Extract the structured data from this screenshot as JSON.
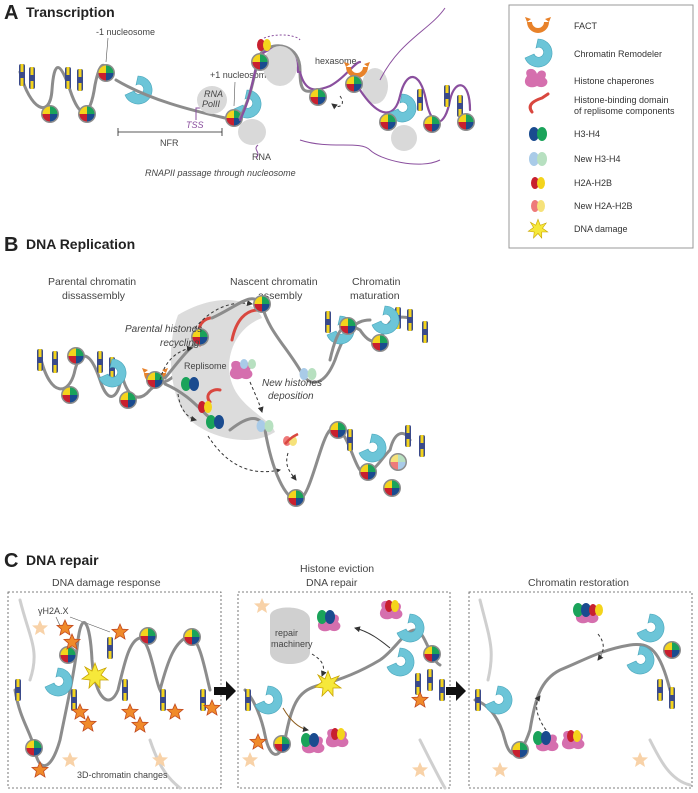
{
  "colors": {
    "fact": "#e8822a",
    "remodeler": "#6cc5d8",
    "chaperone": "#d56fae",
    "binding_domain": "#d9473f",
    "h3h4": "#1a4b8f",
    "h3h4_green": "#1aa35a",
    "new_h3h4": "#a9cbe8",
    "new_h3h4_green": "#b7e0c0",
    "h2a": "#c8202f",
    "h2b": "#f4d41c",
    "new_h2a": "#ee7a7a",
    "new_h2b": "#f6e27a",
    "damage": "#f6e83a",
    "dna": "#8c8c8c",
    "rna": "#8a4f9e"
  },
  "panelA": {
    "letter": "A",
    "title": "Transcription",
    "minus1": "-1 nucleosome",
    "plus1": "+1 nucleosome",
    "hexasome": "hexasome",
    "nfr": "NFR",
    "tss": "TSS",
    "rnapol_line1": "RNA",
    "rnapol_line2": "PolII",
    "rna": "RNA",
    "caption": "RNAPII passage through nucleosome"
  },
  "legend": {
    "items": [
      {
        "label": "FACT",
        "icon": "fact-icon"
      },
      {
        "label": "Chromatin Remodeler",
        "icon": "remodeler-icon"
      },
      {
        "label": "Histone chaperones",
        "icon": "chaperone-icon"
      },
      {
        "label": "Histone-binding domain",
        "label2": "of replisome components",
        "icon": "binding-domain-icon"
      },
      {
        "label": "H3-H4",
        "icon": "h3h4-icon"
      },
      {
        "label": "New H3-H4",
        "icon": "new-h3h4-icon"
      },
      {
        "label": "H2A-H2B",
        "icon": "h2a-h2b-icon"
      },
      {
        "label": "New H2A-H2B",
        "icon": "new-h2a-h2b-icon"
      },
      {
        "label": "DNA damage",
        "icon": "dna-damage-icon"
      }
    ]
  },
  "panelB": {
    "letter": "B",
    "title": "DNA Replication",
    "col1_l1": "Parental chromatin",
    "col1_l2": "dissassembly",
    "col2_l1": "Nascent chromatin",
    "col2_l2": "assembly",
    "col3_l1": "Chromatin",
    "col3_l2": "maturation",
    "recycling_l1": "Parental histones",
    "recycling_l2": "recycling",
    "replisome": "Replisome",
    "deposition_l1": "New histones",
    "deposition_l2": "deposition"
  },
  "panelC": {
    "letter": "C",
    "title": "DNA repair",
    "box1_title": "DNA damage response",
    "box2_title_l1": "Histone eviction",
    "box2_title_l2": "DNA repair",
    "box3_title": "Chromatin restoration",
    "gh2ax": "γH2A.X",
    "chromatin_changes": "3D-chromatin changes",
    "repair_l1": "repair",
    "repair_l2": "machinery"
  }
}
